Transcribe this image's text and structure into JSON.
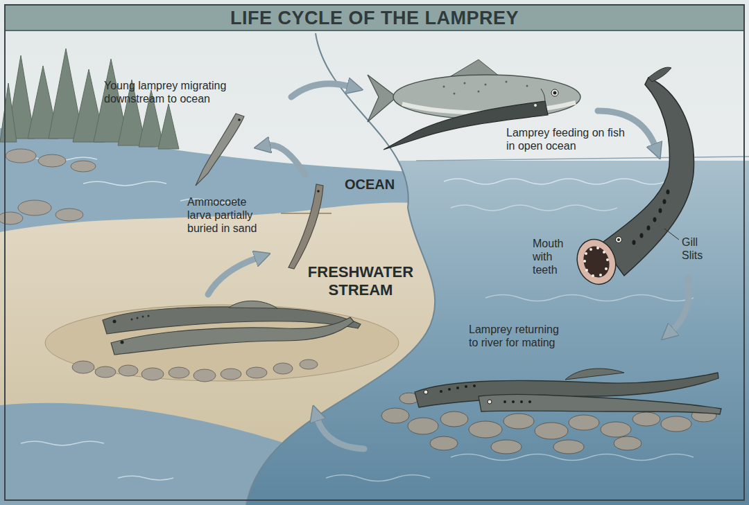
{
  "diagram": {
    "title": "LIFE CYCLE OF THE LAMPREY",
    "labels": [
      "Young lamprey migrating downstream to ocean",
      "Lamprey feeding on fish in open ocean",
      "OCEAN",
      "Ammocoete larva partially buried in sand",
      "FRESHWATER STREAM",
      "Mouth with teeth",
      "Gill Slits",
      "Lamprey returning to river for mating"
    ]
  }
}
